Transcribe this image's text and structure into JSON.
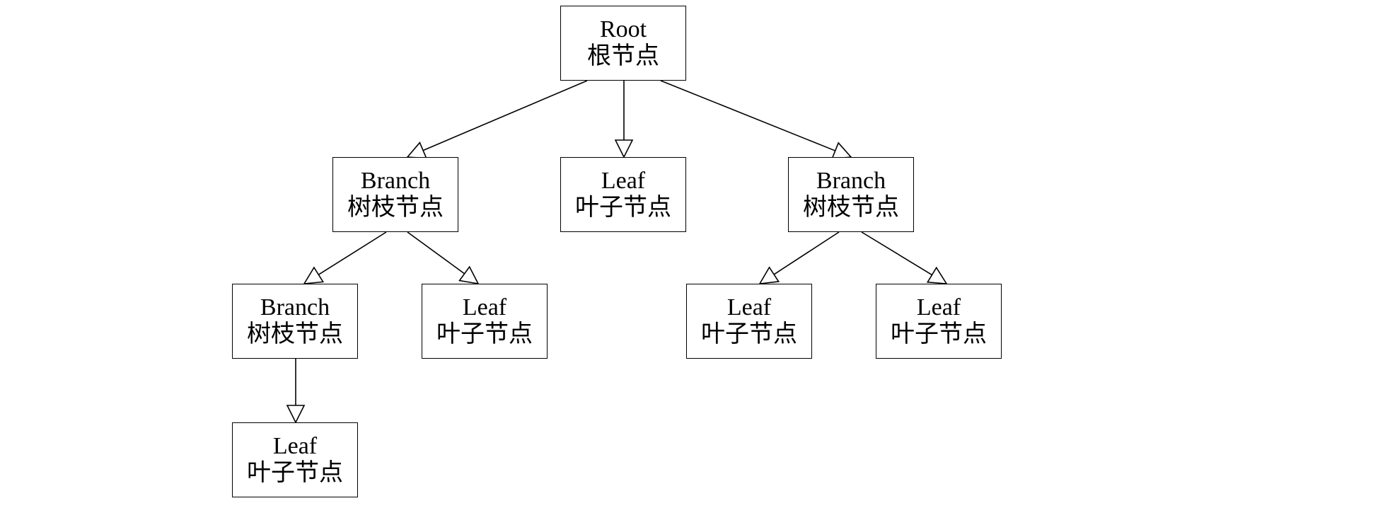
{
  "nodes": {
    "root": {
      "label_en": "Root",
      "label_zh": "根节点"
    },
    "branch_left": {
      "label_en": "Branch",
      "label_zh": "树枝节点"
    },
    "leaf_mid": {
      "label_en": "Leaf",
      "label_zh": "叶子节点"
    },
    "branch_right": {
      "label_en": "Branch",
      "label_zh": "树枝节点"
    },
    "branch_ll": {
      "label_en": "Branch",
      "label_zh": "树枝节点"
    },
    "leaf_lr": {
      "label_en": "Leaf",
      "label_zh": "叶子节点"
    },
    "leaf_rl": {
      "label_en": "Leaf",
      "label_zh": "叶子节点"
    },
    "leaf_rr": {
      "label_en": "Leaf",
      "label_zh": "叶子节点"
    },
    "leaf_lll": {
      "label_en": "Leaf",
      "label_zh": "叶子节点"
    }
  },
  "edges": [
    {
      "from": "root",
      "to": "branch_left"
    },
    {
      "from": "root",
      "to": "leaf_mid"
    },
    {
      "from": "root",
      "to": "branch_right"
    },
    {
      "from": "branch_left",
      "to": "branch_ll"
    },
    {
      "from": "branch_left",
      "to": "leaf_lr"
    },
    {
      "from": "branch_right",
      "to": "leaf_rl"
    },
    {
      "from": "branch_right",
      "to": "leaf_rr"
    },
    {
      "from": "branch_ll",
      "to": "leaf_lll"
    }
  ],
  "colors": {
    "stroke": "#000000",
    "background": "#ffffff"
  }
}
